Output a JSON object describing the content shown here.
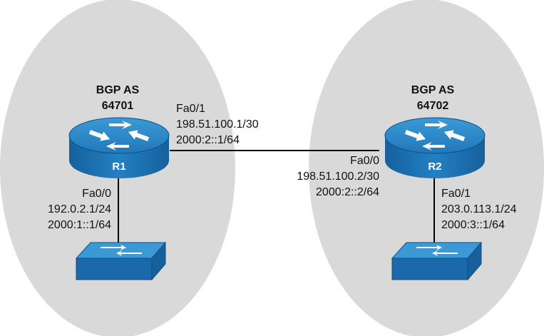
{
  "colors": {
    "as_cloud": "#d9d9d9",
    "device_top": "#2a87c8",
    "device_body": "#1b69aa",
    "device_edge": "#0e4f86",
    "link": "#000000",
    "text": "#111111"
  },
  "autonomous_systems": [
    {
      "title": "BGP AS",
      "number": "64701"
    },
    {
      "title": "BGP AS",
      "number": "64702"
    }
  ],
  "routers": [
    {
      "name": "R1",
      "icon": "router-icon"
    },
    {
      "name": "R2",
      "icon": "router-icon"
    }
  ],
  "switches": [
    {
      "icon": "switch-icon"
    },
    {
      "icon": "switch-icon"
    }
  ],
  "interfaces": {
    "r1_fa01": {
      "name": "Fa0/1",
      "ipv4": "198.51.100.1/30",
      "ipv6": "2000:2::1/64"
    },
    "r1_fa00": {
      "name": "Fa0/0",
      "ipv4": "192.0.2.1/24",
      "ipv6": "2000:1::1/64"
    },
    "r2_fa00": {
      "name": "Fa0/0",
      "ipv4": "198.51.100.2/30",
      "ipv6": "2000:2::2/64"
    },
    "r2_fa01": {
      "name": "Fa0/1",
      "ipv4": "203.0.113.1/24",
      "ipv6": "2000:3::1/64"
    }
  }
}
